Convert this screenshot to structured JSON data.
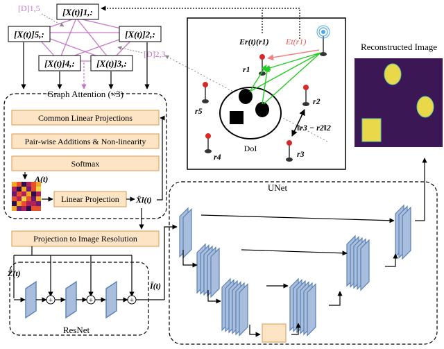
{
  "colors": {
    "box_fill": "#fce4c4",
    "box_stroke": "#d89a4c",
    "block_fill": "#a8bedc",
    "block_stroke": "#5a7fb5",
    "graph_edge": "#c678c8",
    "arrow_green": "#22cc22",
    "arrow_red": "#f08080",
    "image_bg": "#3b1756",
    "image_blob": "#e8d84a"
  },
  "graph": {
    "node_1": "[X(t)]1,:",
    "node_2": "[X(t)]2,:",
    "node_3": "[X(t)]3,:",
    "node_4": "[X(t)]4,:",
    "node_5": "[X(t)]5,:",
    "edge_label_15": "[D]1,5",
    "edge_label_23": "[D]2,3"
  },
  "graph_attention": {
    "title": "Graph Attention (×3)",
    "step_1": "Common Linear Projections",
    "step_2": "Pair-wise Additions & Non-linearity",
    "step_3": "Softmax",
    "attention_label": "A(t)",
    "linear_projection": "Linear Projection",
    "output_label": "X̄l(t)"
  },
  "projection": {
    "label": "Projection to Image Resolution"
  },
  "resnet": {
    "title": "ResNet",
    "input_label": "Z̄(t)",
    "output_label": "Ī(t)",
    "plus_symbol": "+"
  },
  "scene": {
    "field_rx": "Er(t)(r1)",
    "field_tx": "Et(r1)",
    "r1": "r1",
    "r2": "r2",
    "r3": "r3",
    "r4": "r4",
    "r5": "r5",
    "distance": "‖r3 − r2‖2",
    "doi": "DoI"
  },
  "unet": {
    "title": "UNet"
  },
  "output": {
    "title": "Reconstructed Image"
  }
}
